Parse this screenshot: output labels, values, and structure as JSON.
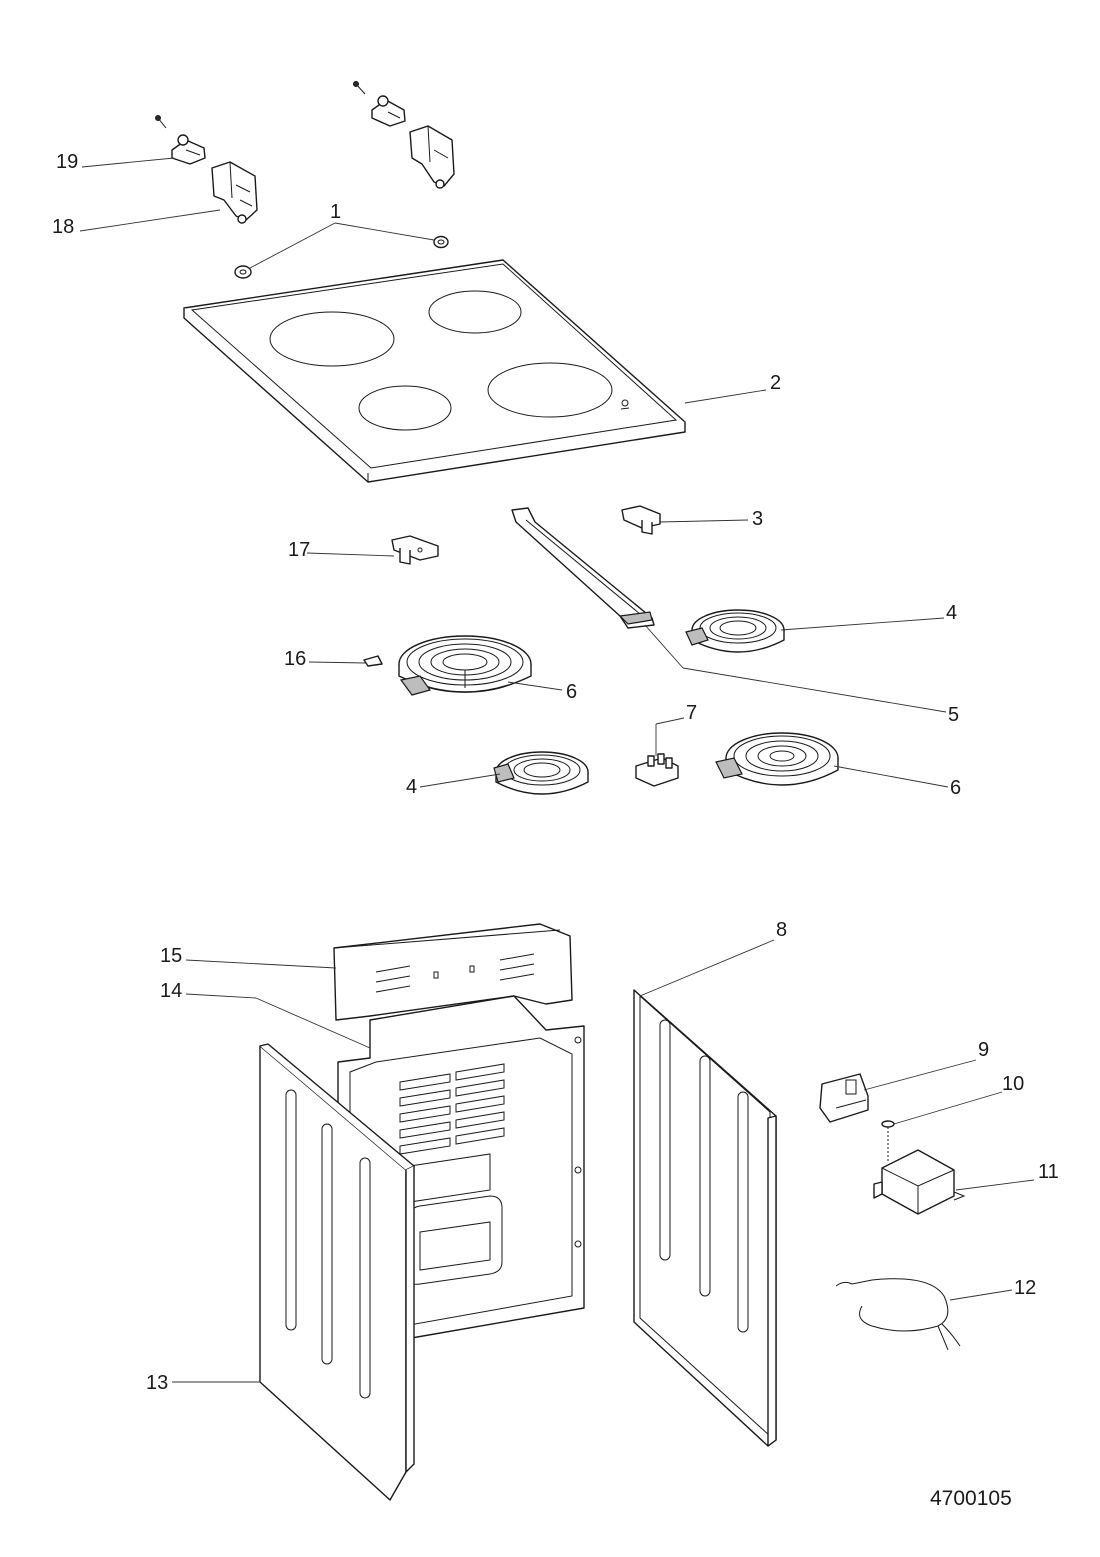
{
  "diagram": {
    "type": "exploded-parts-view",
    "reference_code": "4700105",
    "callouts": [
      "1",
      "2",
      "3",
      "4",
      "5",
      "6",
      "7",
      "8",
      "9",
      "10",
      "11",
      "12",
      "13",
      "14",
      "15",
      "16",
      "17",
      "18",
      "19"
    ]
  }
}
